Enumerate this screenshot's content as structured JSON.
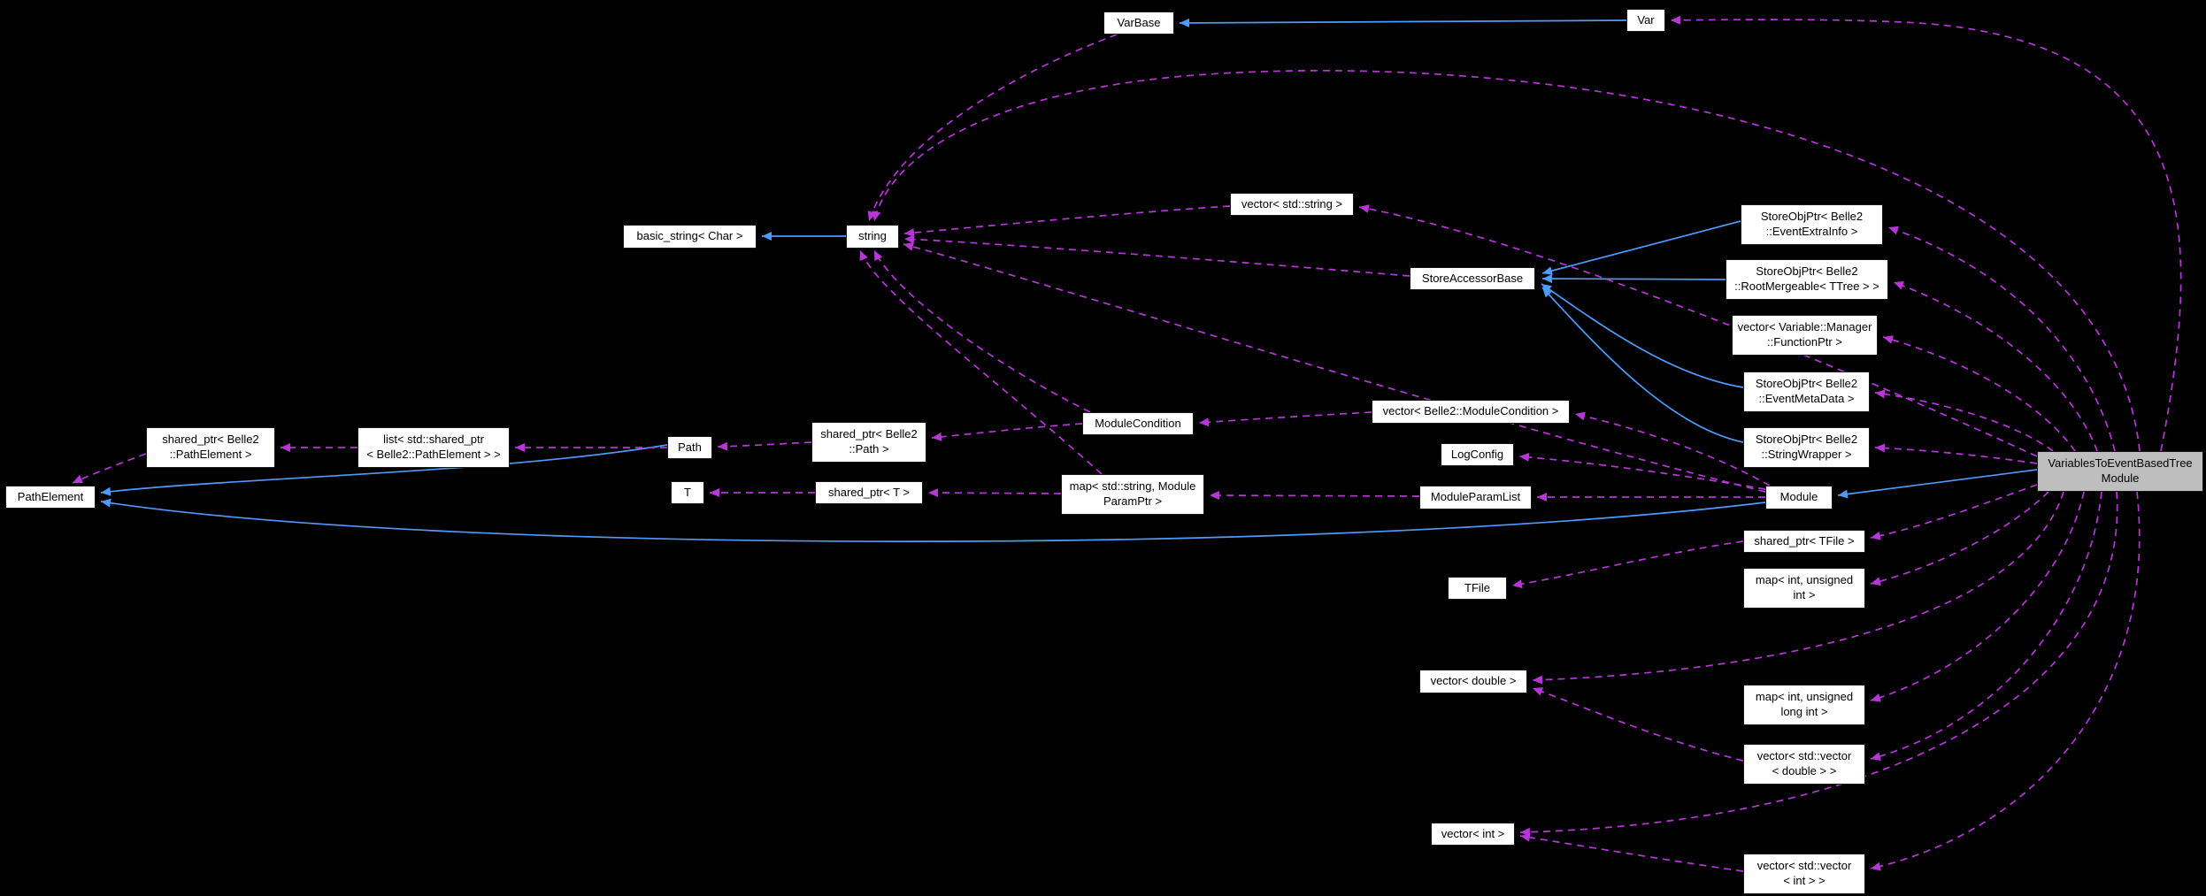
{
  "diagram": {
    "kind": "doxygen-collaboration-graph",
    "background_color": "#000000",
    "node_fill": "#ffffff",
    "highlight_node_fill": "#bebebe",
    "usage_edge_color": "#b836d8",
    "inheritance_edge_color": "#4d9bff"
  },
  "nodes": {
    "varbase": {
      "label": "VarBase"
    },
    "var": {
      "label": "Var"
    },
    "basic_string": {
      "label": "basic_string< Char >"
    },
    "string": {
      "label": "string"
    },
    "vector_string": {
      "label": "vector< std::string >"
    },
    "storeobjptr_eventextrainfo": {
      "label": "StoreObjPtr< Belle2\n::EventExtraInfo >"
    },
    "storeaccessorbase": {
      "label": "StoreAccessorBase"
    },
    "storeobjptr_rootmergeable": {
      "label": "StoreObjPtr< Belle2\n::RootMergeable< TTree > >"
    },
    "vector_functionptr": {
      "label": "vector< Variable::Manager\n::FunctionPtr >"
    },
    "storeobjptr_eventmetadata": {
      "label": "StoreObjPtr< Belle2\n::EventMetaData >"
    },
    "storeobjptr_stringwrapper": {
      "label": "StoreObjPtr< Belle2\n::StringWrapper >"
    },
    "modulecondition": {
      "label": "ModuleCondition"
    },
    "vector_modulecondition": {
      "label": "vector< Belle2::ModuleCondition >"
    },
    "logconfig": {
      "label": "LogConfig"
    },
    "shared_ptr_pathelement": {
      "label": "shared_ptr< Belle2\n::PathElement >"
    },
    "list_shared_ptr_pathelement": {
      "label": "list< std::shared_ptr\n< Belle2::PathElement > >"
    },
    "path": {
      "label": "Path"
    },
    "shared_ptr_path": {
      "label": "shared_ptr< Belle2\n::Path >"
    },
    "pathelement": {
      "label": "PathElement"
    },
    "t": {
      "label": "T"
    },
    "shared_ptr_t": {
      "label": "shared_ptr< T >"
    },
    "map_moduleparamptr": {
      "label": "map< std::string, Module\nParamPtr >"
    },
    "moduleparamlist": {
      "label": "ModuleParamList"
    },
    "module": {
      "label": "Module"
    },
    "main": {
      "label": "VariablesToEventBasedTree\nModule"
    },
    "shared_ptr_tfile": {
      "label": "shared_ptr< TFile >"
    },
    "tfile": {
      "label": "TFile"
    },
    "map_int_uint": {
      "label": "map< int, unsigned\nint >"
    },
    "vector_double": {
      "label": "vector< double >"
    },
    "map_int_ulong": {
      "label": "map< int, unsigned\nlong int >"
    },
    "vector_vector_double": {
      "label": "vector< std::vector\n< double > >"
    },
    "vector_int": {
      "label": "vector< int >"
    },
    "vector_vector_int": {
      "label": "vector< std::vector\n< int > >"
    }
  },
  "edges": [
    {
      "from": "var",
      "to": "varbase",
      "type": "inheritance"
    },
    {
      "from": "string",
      "to": "basic_string",
      "type": "inheritance"
    },
    {
      "from": "storeobjptr_eventextrainfo",
      "to": "storeaccessorbase",
      "type": "inheritance"
    },
    {
      "from": "storeobjptr_rootmergeable",
      "to": "storeaccessorbase",
      "type": "inheritance"
    },
    {
      "from": "storeobjptr_eventmetadata",
      "to": "storeaccessorbase",
      "type": "inheritance"
    },
    {
      "from": "storeobjptr_stringwrapper",
      "to": "storeaccessorbase",
      "type": "inheritance"
    },
    {
      "from": "path",
      "to": "pathelement",
      "type": "inheritance"
    },
    {
      "from": "module",
      "to": "pathelement",
      "type": "inheritance"
    },
    {
      "from": "main",
      "to": "module",
      "type": "inheritance"
    },
    {
      "from": "main",
      "to": "var",
      "type": "usage"
    },
    {
      "from": "main",
      "to": "string",
      "type": "usage"
    },
    {
      "from": "main",
      "to": "vector_string",
      "type": "usage"
    },
    {
      "from": "main",
      "to": "storeobjptr_eventextrainfo",
      "type": "usage"
    },
    {
      "from": "main",
      "to": "storeobjptr_rootmergeable",
      "type": "usage"
    },
    {
      "from": "main",
      "to": "vector_functionptr",
      "type": "usage"
    },
    {
      "from": "main",
      "to": "storeobjptr_eventmetadata",
      "type": "usage"
    },
    {
      "from": "main",
      "to": "storeobjptr_stringwrapper",
      "type": "usage"
    },
    {
      "from": "main",
      "to": "shared_ptr_tfile",
      "type": "usage"
    },
    {
      "from": "main",
      "to": "map_int_uint",
      "type": "usage"
    },
    {
      "from": "main",
      "to": "vector_double",
      "type": "usage"
    },
    {
      "from": "main",
      "to": "map_int_ulong",
      "type": "usage"
    },
    {
      "from": "main",
      "to": "vector_vector_double",
      "type": "usage"
    },
    {
      "from": "main",
      "to": "vector_int",
      "type": "usage"
    },
    {
      "from": "main",
      "to": "vector_vector_int",
      "type": "usage"
    },
    {
      "from": "varbase",
      "to": "string",
      "type": "usage"
    },
    {
      "from": "vector_string",
      "to": "string",
      "type": "usage"
    },
    {
      "from": "storeaccessorbase",
      "to": "string",
      "type": "usage"
    },
    {
      "from": "modulecondition",
      "to": "string",
      "type": "usage"
    },
    {
      "from": "map_moduleparamptr",
      "to": "string",
      "type": "usage"
    },
    {
      "from": "module",
      "to": "string",
      "type": "usage"
    },
    {
      "from": "module",
      "to": "vector_modulecondition",
      "type": "usage"
    },
    {
      "from": "module",
      "to": "moduleparamlist",
      "type": "usage"
    },
    {
      "from": "module",
      "to": "logconfig",
      "type": "usage"
    },
    {
      "from": "vector_modulecondition",
      "to": "modulecondition",
      "type": "usage"
    },
    {
      "from": "modulecondition",
      "to": "shared_ptr_path",
      "type": "usage"
    },
    {
      "from": "shared_ptr_path",
      "to": "path",
      "type": "usage"
    },
    {
      "from": "path",
      "to": "list_shared_ptr_pathelement",
      "type": "usage"
    },
    {
      "from": "list_shared_ptr_pathelement",
      "to": "shared_ptr_pathelement",
      "type": "usage"
    },
    {
      "from": "shared_ptr_pathelement",
      "to": "pathelement",
      "type": "usage"
    },
    {
      "from": "shared_ptr_t",
      "to": "t",
      "type": "usage"
    },
    {
      "from": "map_moduleparamptr",
      "to": "shared_ptr_t",
      "type": "usage"
    },
    {
      "from": "moduleparamlist",
      "to": "map_moduleparamptr",
      "type": "usage"
    },
    {
      "from": "shared_ptr_tfile",
      "to": "tfile",
      "type": "usage"
    },
    {
      "from": "vector_vector_double",
      "to": "vector_double",
      "type": "usage"
    },
    {
      "from": "vector_vector_int",
      "to": "vector_int",
      "type": "usage"
    }
  ]
}
